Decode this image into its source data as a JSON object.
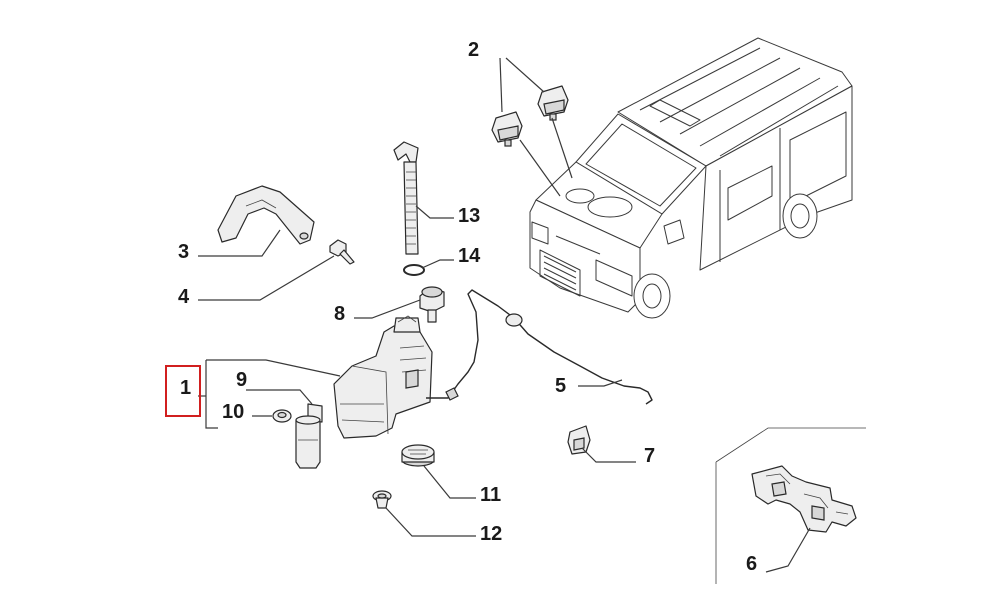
{
  "callouts": {
    "c1": "1",
    "c2": "2",
    "c3": "3",
    "c4": "4",
    "c5": "5",
    "c6": "6",
    "c7": "7",
    "c8": "8",
    "c9": "9",
    "c10": "10",
    "c11": "11",
    "c12": "12",
    "c13": "13",
    "c14": "14"
  },
  "highlighted_callout": "1",
  "colors": {
    "highlight": "#d11f1f",
    "lines": "#2a2a2a",
    "background": "#ffffff"
  }
}
